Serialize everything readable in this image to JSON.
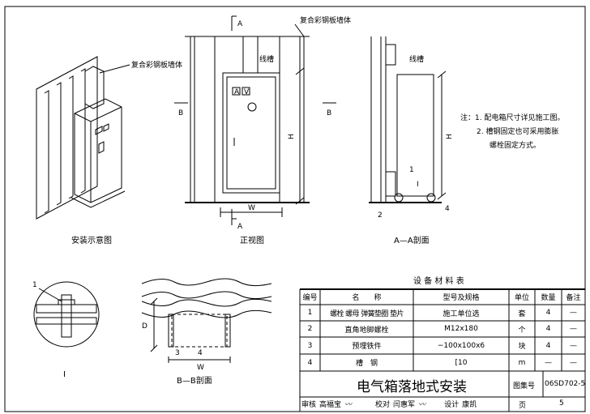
{
  "labels": {
    "wall_iso": "复合彩钢板墙体",
    "wall_front": "复合彩钢板墙体",
    "trunking_front": "线槽",
    "trunking_section": "线槽",
    "caption_iso": "安装示意图",
    "caption_front": "正视图",
    "caption_section": "A—A剖面",
    "caption_detail": "I",
    "caption_bb": "B—B剖面",
    "sec_a": "A",
    "sec_b": "B",
    "dim_h": "H",
    "dim_w": "W",
    "dim_d": "D",
    "meter_a": "A",
    "meter_v": "V",
    "callouts": [
      "1",
      "2",
      "3",
      "4",
      "I"
    ]
  },
  "notes": {
    "line1": "注：1. 配电箱尺寸详见施工图。",
    "line2": "2. 槽钢固定也可采用膨胀",
    "line3": "螺栓固定方式。"
  },
  "table": {
    "title": "设 备 材 料 表",
    "headers": [
      "编号",
      "名　　称",
      "型号及规格",
      "单位",
      "数量",
      "备注"
    ],
    "rows": [
      [
        "1",
        "螺栓 螺母 弹簧垫圈 垫片",
        "施工单位选",
        "套",
        "4",
        "—"
      ],
      [
        "2",
        "直角地脚螺栓",
        "M12x180",
        "个",
        "4",
        "—"
      ],
      [
        "3",
        "预埋铁件",
        "−100x100x6",
        "块",
        "4",
        "—"
      ],
      [
        "4",
        "槽　钢",
        "[10",
        "m",
        "—",
        "—"
      ]
    ]
  },
  "title_block": {
    "drawing_title": "电气箱落地式安装",
    "atlas_label": "图集号",
    "atlas_no": "06SD702-5",
    "review_label": "审核",
    "reviewer": "高福宝",
    "check_label": "校对",
    "checker": "闫惠军",
    "design_label": "设计",
    "designer": "康凯",
    "page_label": "页",
    "page_no": "5"
  }
}
